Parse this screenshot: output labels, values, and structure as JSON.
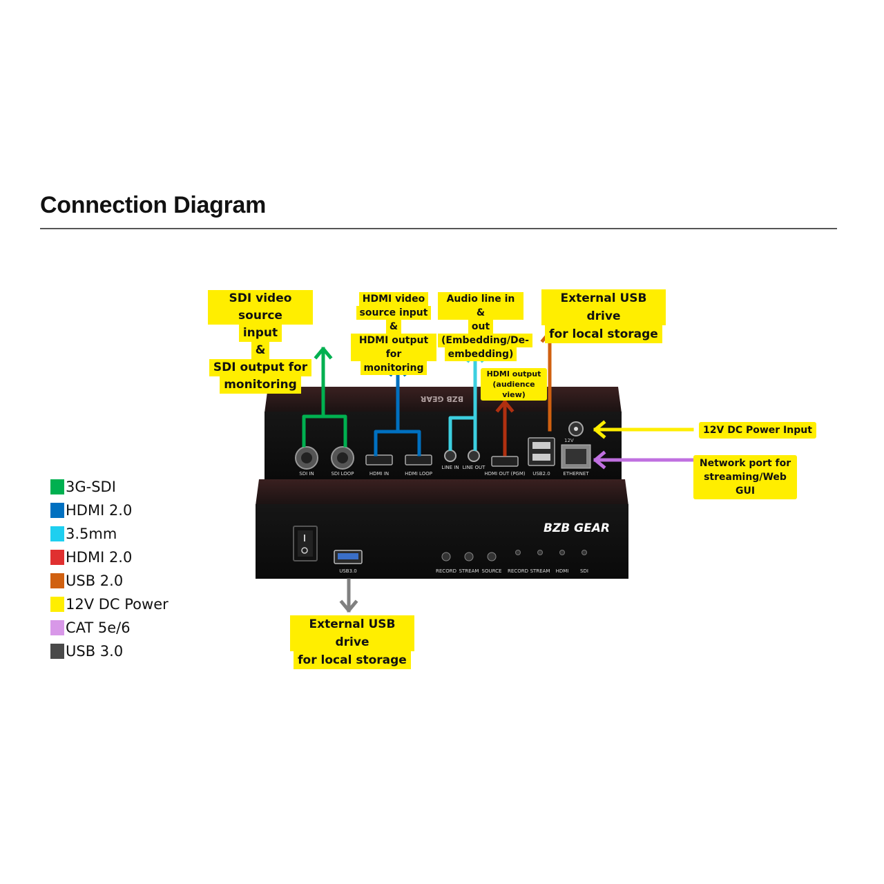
{
  "title": "Connection Diagram",
  "colors": {
    "sdi": "#00b050",
    "hdmi_in": "#0070c0",
    "audio": "#3ccfe0",
    "hdmi_out": "#b03010",
    "usb2": "#d06010",
    "power": "#ffee00",
    "network": "#c070e0",
    "usb3": "#808080",
    "callout": "#ffee00"
  },
  "callouts": {
    "sdi": [
      "SDI video source",
      "input",
      "&",
      "SDI output for",
      "monitoring"
    ],
    "hdmi": [
      "HDMI video",
      "source input",
      "&",
      "HDMI output for",
      "monitoring"
    ],
    "audio": [
      "Audio line in &",
      "out",
      "(Embedding/De-",
      "embedding)"
    ],
    "usb_top": [
      "External USB drive",
      "for local storage"
    ],
    "hdmi_out": [
      "HDMI output",
      "(audience view)"
    ],
    "power": [
      "12V DC Power Input"
    ],
    "network": [
      "Network port for",
      "streaming/Web GUI"
    ],
    "usb_bottom": [
      "External USB drive",
      "for local storage"
    ]
  },
  "rear_panel": {
    "ports": [
      "SDI IN",
      "SDI LOOP",
      "HDMI IN",
      "HDMI LOOP",
      "LINE IN",
      "LINE OUT",
      "HDMI OUT (PGM)",
      "USB2.0",
      "ETHERNET"
    ],
    "power_label": "12V",
    "top_logo": "BZB GEAR"
  },
  "front_panel": {
    "logo": "BZB GEAR",
    "usb_label": "USB3.0",
    "buttons": [
      "RECORD",
      "STREAM",
      "SOURCE"
    ],
    "leds": [
      "RECORD",
      "STREAM",
      "HDMI",
      "SDI"
    ]
  },
  "legend": [
    {
      "label": "3G-SDI",
      "color": "#00b050"
    },
    {
      "label": "HDMI 2.0",
      "color": "#0070c0"
    },
    {
      "label": "3.5mm",
      "color": "#1ecff0"
    },
    {
      "label": "HDMI 2.0",
      "color": "#e03030"
    },
    {
      "label": "USB 2.0",
      "color": "#d06010"
    },
    {
      "label": "12V DC Power",
      "color": "#ffee00"
    },
    {
      "label": "CAT 5e/6",
      "color": "#d898e8"
    },
    {
      "label": "USB 3.0",
      "color": "#4a4a4a"
    }
  ]
}
